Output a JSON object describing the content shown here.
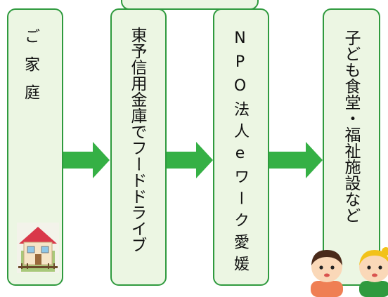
{
  "flow": {
    "steps": [
      {
        "label": "ご家庭"
      },
      {
        "label": "東予信用金庫でフードドライブ"
      },
      {
        "label": "NPO法人eワーク愛媛"
      },
      {
        "label": "子ども食堂・福祉施設など"
      }
    ]
  },
  "colors": {
    "box_border": "#2f9a3e",
    "box_fill": "#ecf6e3",
    "arrow": "#35b045",
    "text": "#111111"
  },
  "icons": [
    "house-icon",
    "child-boy-icon",
    "child-girl-icon"
  ]
}
